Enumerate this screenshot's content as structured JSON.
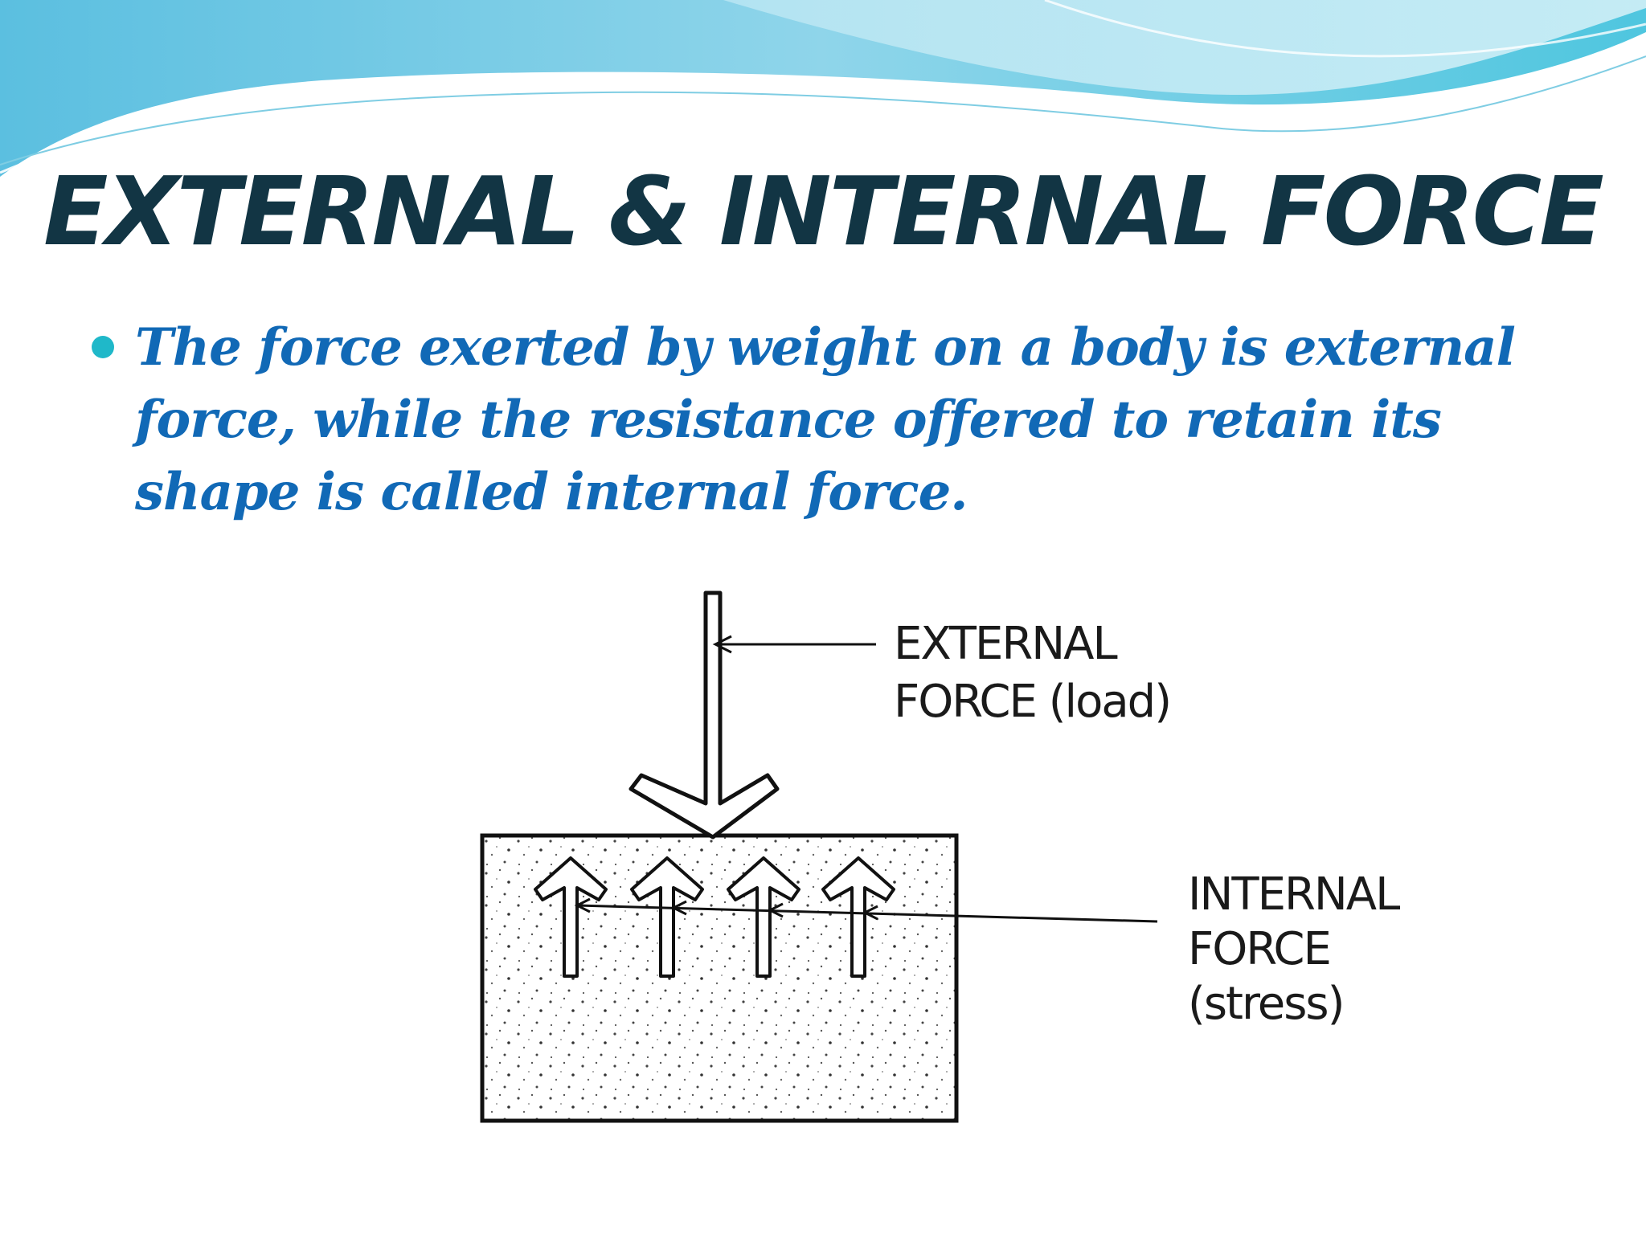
{
  "slide": {
    "title": "EXTERNAL & INTERNAL FORCE",
    "bullet": "The force exerted by weight on a body is external force, while the resistance offered to retain its shape is called internal force."
  },
  "diagram": {
    "external_label": [
      "EXTERNAL",
      "FORCE (load)"
    ],
    "internal_label": [
      "INTERNAL",
      "FORCE",
      "(stress)"
    ]
  },
  "colors": {
    "title": "#123544",
    "bullet_text": "#1169b6",
    "bullet_dot": "#1fb8c9",
    "wave": "#6cc6e0"
  }
}
